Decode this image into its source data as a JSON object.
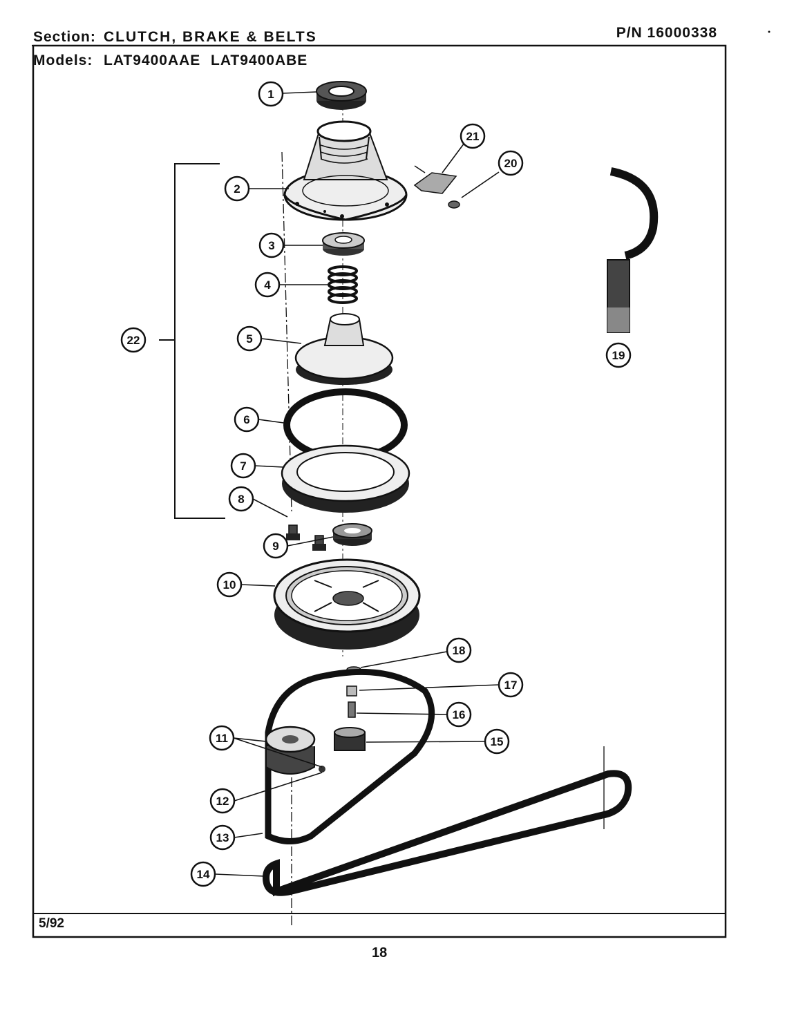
{
  "header": {
    "section_label": "Section:",
    "section_value": "CLUTCH, BRAKE & BELTS",
    "pn": "P/N 16000338",
    "models_label": "Models:",
    "models": [
      "LAT9400AAE",
      "LAT9400ABE"
    ]
  },
  "footer": {
    "date": "5/92",
    "page_number": "18"
  },
  "callouts": [
    "1",
    "2",
    "3",
    "4",
    "5",
    "6",
    "7",
    "8",
    "9",
    "10",
    "11",
    "12",
    "13",
    "14",
    "15",
    "16",
    "17",
    "18",
    "19",
    "20",
    "21",
    "22"
  ]
}
